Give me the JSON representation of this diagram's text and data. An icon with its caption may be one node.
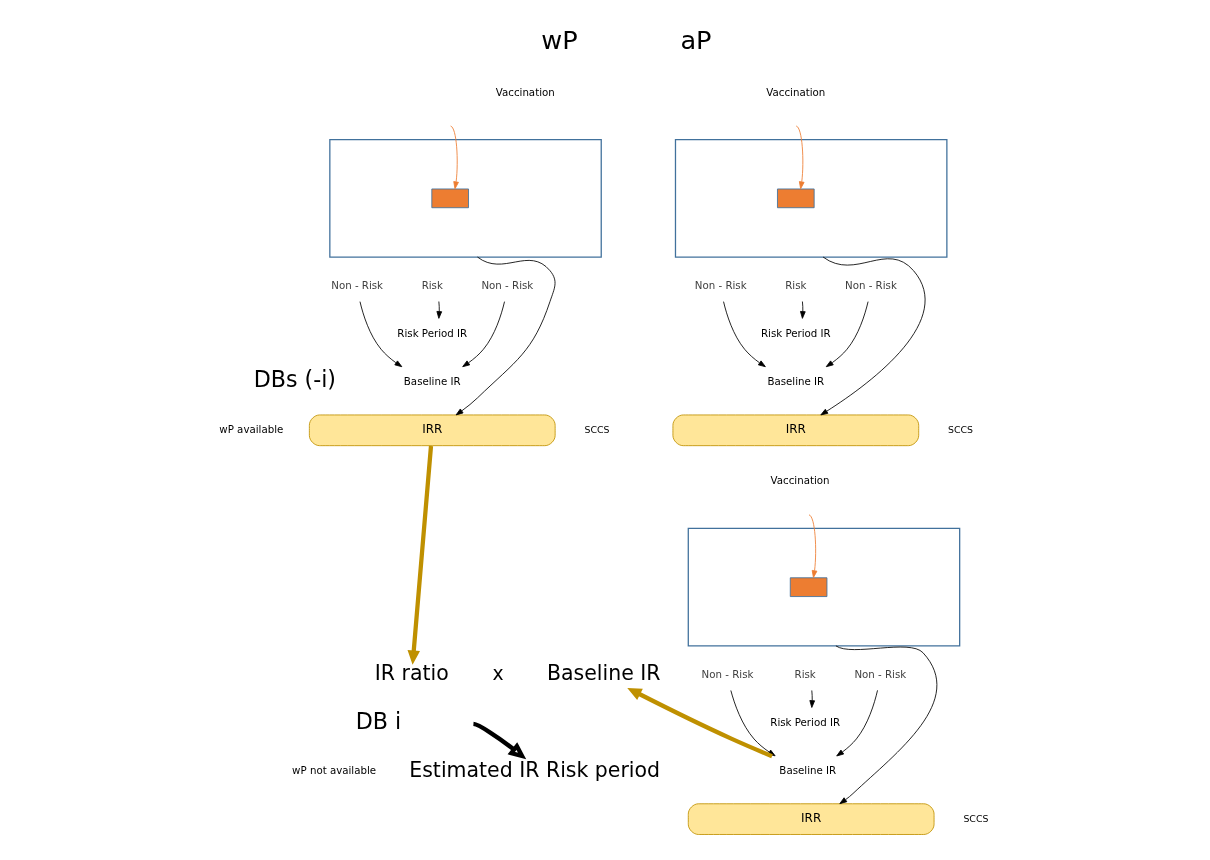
{
  "diagram": {
    "nodes": [
      {
        "text": [],
        "shape": "box"
      },
      {
        "text": [],
        "shape": "box",
        "in": 0
      },
      {
        "text": [
          "Non - Risk"
        ]
      },
      {
        "text": [
          "Risk"
        ]
      },
      {
        "text": [
          "Non - Risk"
        ]
      },
      {
        "text": [
          "Risk Period IR"
        ]
      },
      {
        "text": [
          "Baseline IR"
        ]
      },
      {
        "text": [
          "IRR"
        ],
        "beside": [
          "SCCS"
        ]
      },
      {
        "text": [],
        "shape": "box"
      },
      {
        "text": [],
        "shape": "box",
        "in": 8
      },
      {
        "text": [
          "Non - Risk"
        ]
      },
      {
        "text": [
          "Risk"
        ]
      },
      {
        "text": [
          "Non - Risk"
        ]
      },
      {
        "text": [
          "Risk Period IR"
        ]
      },
      {
        "text": [
          "Baseline IR"
        ]
      },
      {
        "text": [
          "IRR"
        ],
        "beside": [
          "SCCS"
        ]
      },
      {
        "text": [
          "IR ratio"
        ]
      },
      {
        "text": [
          "Baseline IR"
        ]
      },
      {
        "text": [
          "Estimated IR Risk period"
        ]
      },
      {
        "text": [],
        "shape": "box"
      },
      {
        "text": [],
        "shape": "box",
        "in": 19
      },
      {
        "text": [
          "Non - Risk"
        ]
      },
      {
        "text": [
          "Risk"
        ]
      },
      {
        "text": [
          "Non - Risk"
        ]
      },
      {
        "text": [
          "Risk Period IR"
        ]
      },
      {
        "text": [
          "Baseline IR"
        ]
      },
      {
        "text": [
          "IRR"
        ],
        "beside": [
          "SCCS"
        ]
      }
    ],
    "edges": [
      {
        "from": null,
        "to": 1,
        "arrow": "to",
        "color": "#ed7d31"
      },
      {
        "from": 3,
        "to": 5,
        "arrow": "to"
      },
      {
        "from": 2,
        "to": 6,
        "arrow": "to"
      },
      {
        "from": 4,
        "to": 6,
        "arrow": "to"
      },
      {
        "from": 0,
        "to": 7,
        "arrow": "to"
      },
      {
        "from": null,
        "to": 9,
        "arrow": "to",
        "color": "#ed7d31"
      },
      {
        "from": 11,
        "to": 13,
        "arrow": "to"
      },
      {
        "from": 10,
        "to": 14,
        "arrow": "to"
      },
      {
        "from": 12,
        "to": 14,
        "arrow": "to"
      },
      {
        "from": 8,
        "to": 15,
        "arrow": "to"
      },
      {
        "from": 7,
        "to": 16,
        "arrow": "to",
        "style": "thick",
        "color": "#bf9000"
      },
      {
        "from": null,
        "to": 18,
        "arrow": "to",
        "style": "thick"
      },
      {
        "from": null,
        "to": 20,
        "arrow": "to",
        "color": "#ed7d31"
      },
      {
        "from": 22,
        "to": 24,
        "arrow": "to"
      },
      {
        "from": 21,
        "to": 25,
        "arrow": "to"
      },
      {
        "from": 23,
        "to": 25,
        "arrow": "to"
      },
      {
        "from": 19,
        "to": 26,
        "arrow": "to"
      },
      {
        "from": 25,
        "to": 17,
        "arrow": "to",
        "style": "thick",
        "color": "#bf9000"
      }
    ],
    "labels": [
      "wP",
      "aP",
      "Vaccination",
      "Vaccination",
      "DBs (-i)",
      "wP available",
      "x",
      "DB i",
      "wP not available",
      "Vaccination"
    ]
  }
}
